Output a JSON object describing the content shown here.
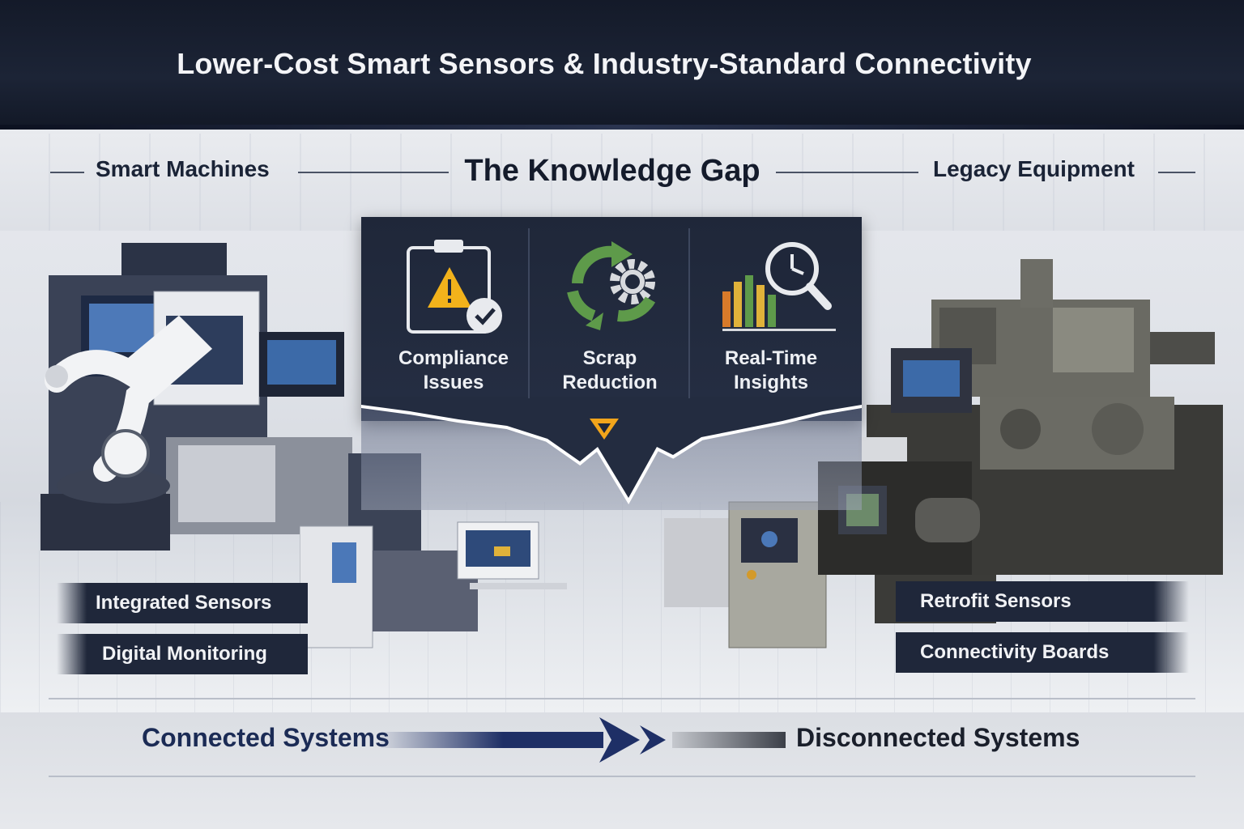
{
  "header": {
    "title": "Lower-Cost Smart Sensors & Industry-Standard Connectivity"
  },
  "sections": {
    "left": "Smart Machines",
    "center": "The Knowledge Gap",
    "right": "Legacy Equipment"
  },
  "issues": [
    {
      "label": "Compliance\nIssues",
      "icon": "warning-clipboard-icon"
    },
    {
      "label": "Scrap\nReduction",
      "icon": "recycle-gear-icon"
    },
    {
      "label": "Real-Time\nInsights",
      "icon": "chart-magnifier-icon"
    }
  ],
  "left_features": [
    "Integrated Sensors",
    "Digital Monitoring"
  ],
  "right_features": [
    "Retrofit Sensors",
    "Connectivity Boards"
  ],
  "flow": {
    "from": "Connected Systems",
    "to": "Disconnected Systems"
  },
  "colors": {
    "navy": "#1f273a",
    "warning": "#f2b21b",
    "recycle_green": "#5e9a4a",
    "arrow_blue": "#1e2f66"
  }
}
